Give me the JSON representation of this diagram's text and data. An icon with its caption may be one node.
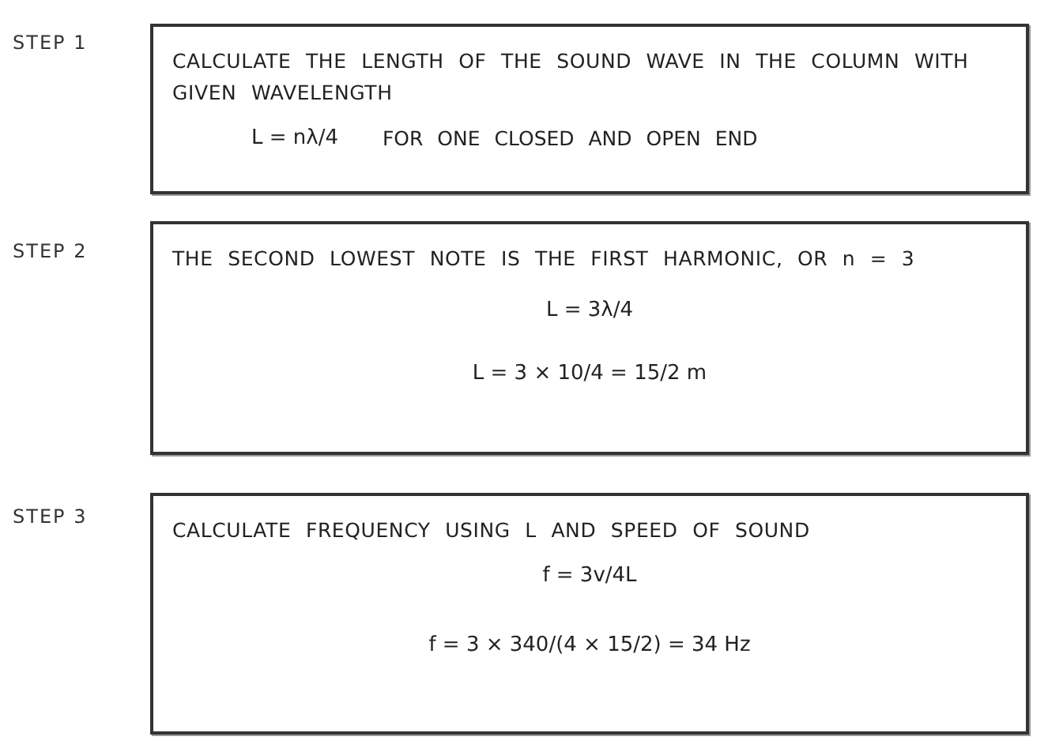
{
  "diagram": {
    "nodes": [
      {
        "text": [
          "CALCULATE THE LENGTH OF THE SOUND WAVE IN THE COLUMN WITH GIVEN WAVELENGTH",
          "L = nλ/4",
          "FOR ONE CLOSED AND OPEN END"
        ],
        "beside": [
          "STEP 1"
        ]
      },
      {
        "text": [
          "THE SECOND LOWEST NOTE IS THE FIRST HARMONIC, OR n = 3",
          "L = 3λ/4",
          "L = 3 × 10/4 = 15/2 m"
        ],
        "beside": [
          "STEP 2"
        ]
      },
      {
        "text": [
          "CALCULATE FREQUENCY USING L AND SPEED OF SOUND",
          "f = 3v/4L",
          "f = 3 × 340/(4 × 15/2) = 34 Hz"
        ],
        "beside": [
          "STEP 3"
        ]
      }
    ]
  }
}
